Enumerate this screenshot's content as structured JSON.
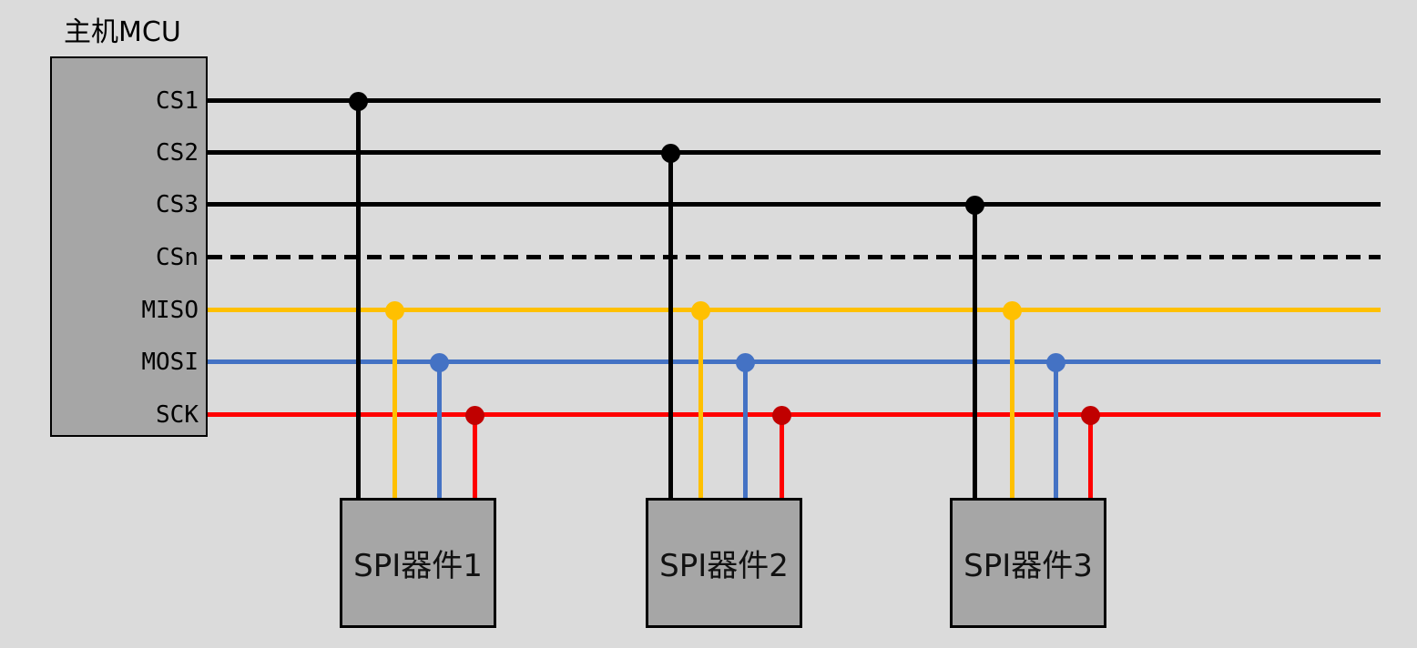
{
  "background_color": "#DBDBDB",
  "mcu": {
    "title": "主机MCU",
    "pins": [
      {
        "name": "CS1",
        "color": "#000000",
        "line_style": "solid"
      },
      {
        "name": "CS2",
        "color": "#000000",
        "line_style": "solid"
      },
      {
        "name": "CS3",
        "color": "#000000",
        "line_style": "solid"
      },
      {
        "name": "CSn",
        "color": "#000000",
        "line_style": "dashed"
      },
      {
        "name": "MISO",
        "color": "#FFC000",
        "line_style": "solid"
      },
      {
        "name": "MOSI",
        "color": "#4472C4",
        "line_style": "solid"
      },
      {
        "name": "SCK",
        "color": "#FF0000",
        "line_style": "solid"
      }
    ]
  },
  "devices": [
    {
      "label": "SPI器件1",
      "chip_select": "CS1",
      "shared_signals": [
        "MISO",
        "MOSI",
        "SCK"
      ]
    },
    {
      "label": "SPI器件2",
      "chip_select": "CS2",
      "shared_signals": [
        "MISO",
        "MOSI",
        "SCK"
      ]
    },
    {
      "label": "SPI器件3",
      "chip_select": "CS3",
      "shared_signals": [
        "MISO",
        "MOSI",
        "SCK"
      ]
    }
  ],
  "colors": {
    "box_fill": "#A6A6A6",
    "box_border": "#000000",
    "cs_line": "#000000",
    "miso_line": "#FFC000",
    "mosi_line": "#4472C4",
    "sck_line": "#FF0000",
    "sck_junction_dot": "#C00000"
  }
}
